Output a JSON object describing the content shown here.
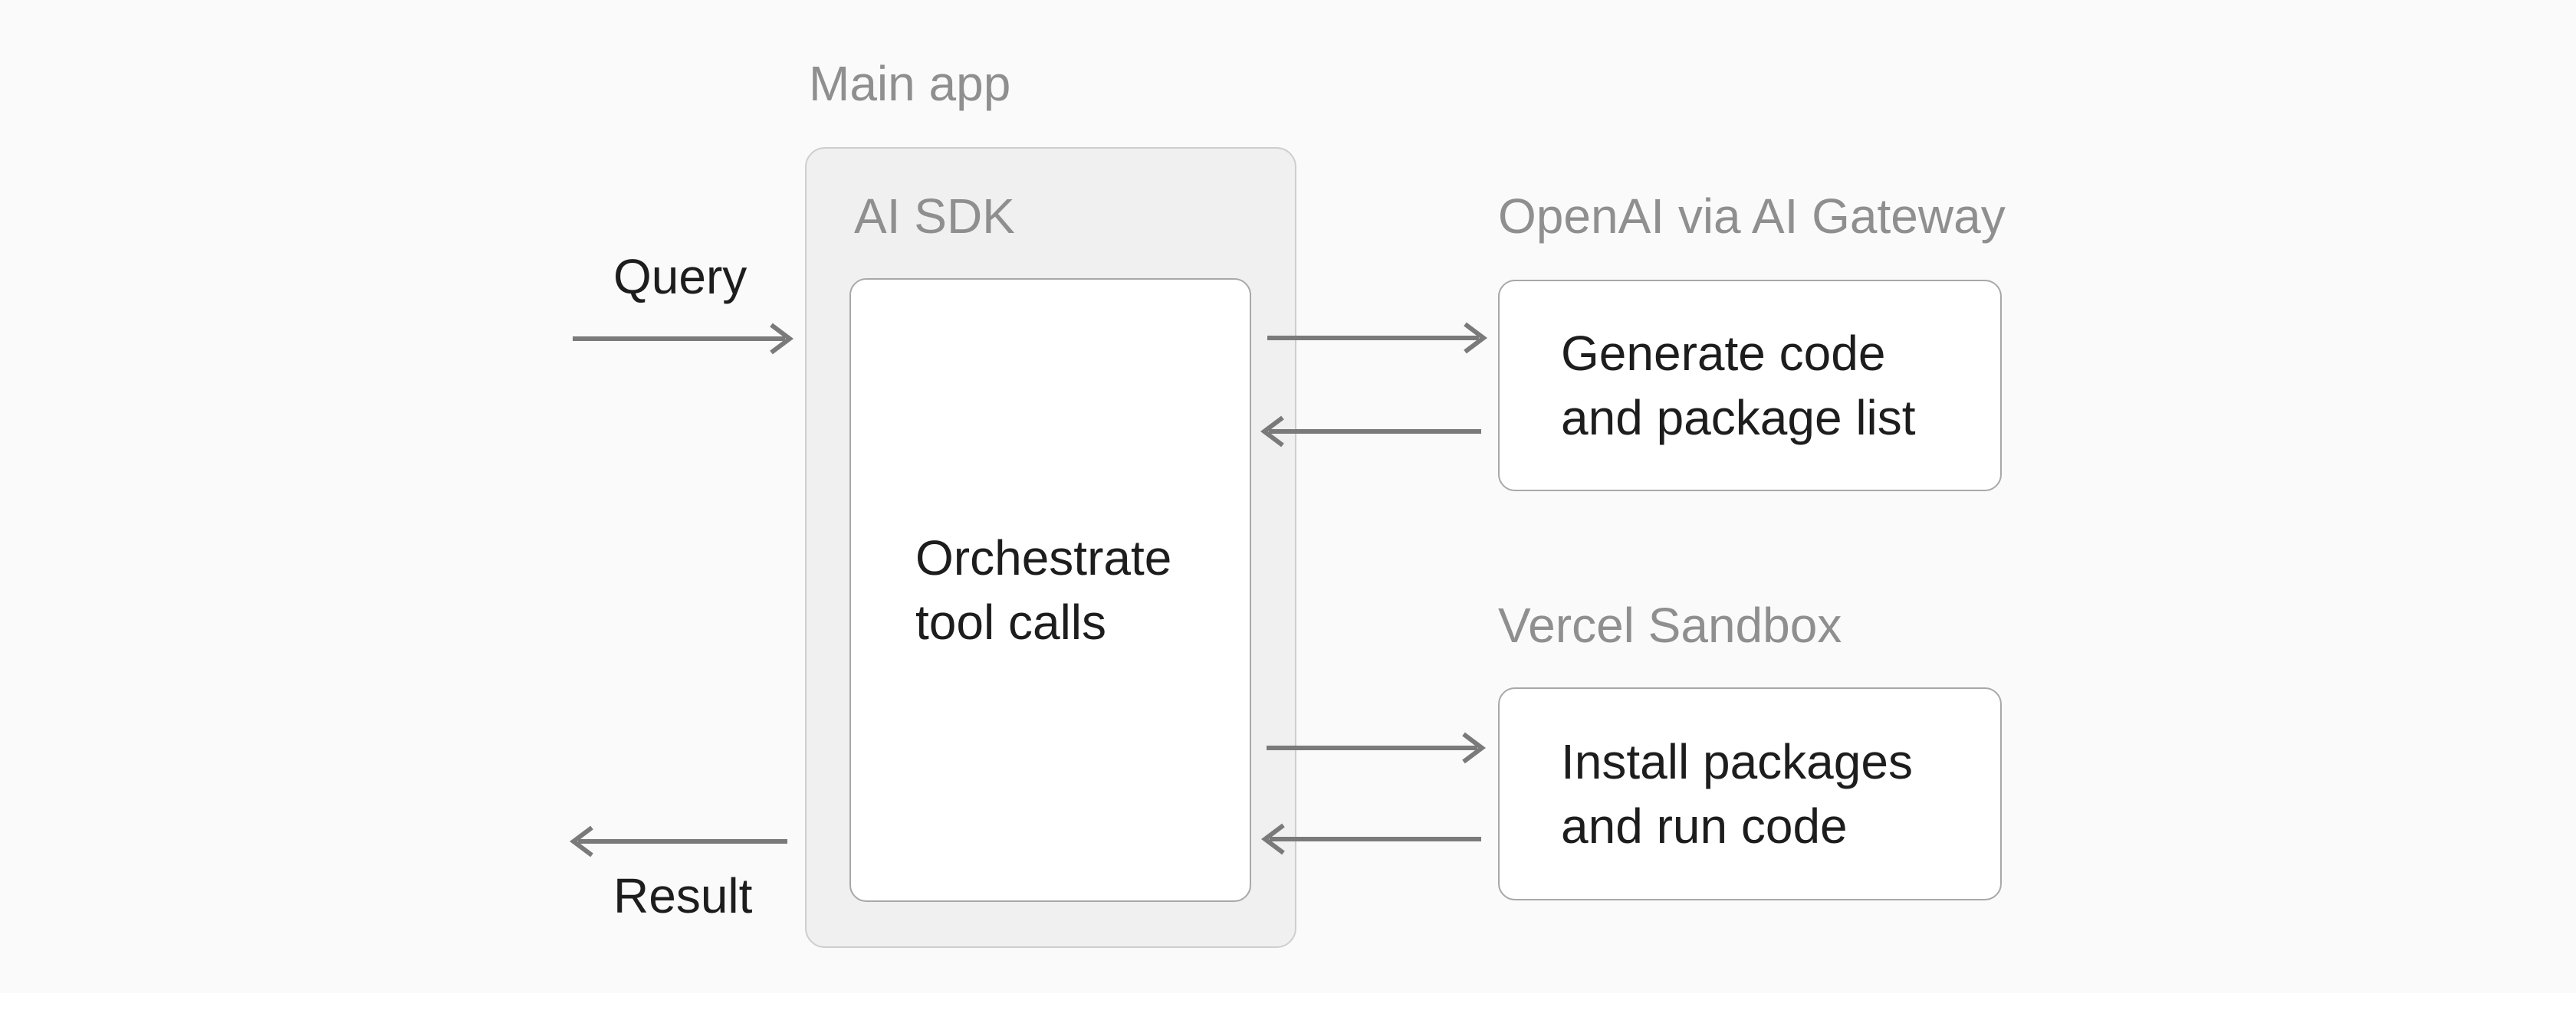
{
  "diagram": {
    "input_label": "Query",
    "output_label": "Result",
    "main_app": {
      "title": "Main app",
      "sdk_label": "AI SDK",
      "node_line1": "Orchestrate",
      "node_line2": "tool calls"
    },
    "openai": {
      "title": "OpenAI via AI Gateway",
      "node_line1": "Generate code",
      "node_line2": "and package list"
    },
    "sandbox": {
      "title": "Vercel Sandbox",
      "node_line1": "Install packages",
      "node_line2": "and run code"
    }
  },
  "colors": {
    "background": "#fafafa",
    "page_edge": "#ffffff",
    "surface": "#ffffff",
    "panel": "#f0f0f0",
    "panel_border": "#cecece",
    "box_border": "#a8a8a8",
    "arrow": "#7a7a7a",
    "muted_text": "#8f8f8f",
    "text": "#1d1d1d"
  }
}
